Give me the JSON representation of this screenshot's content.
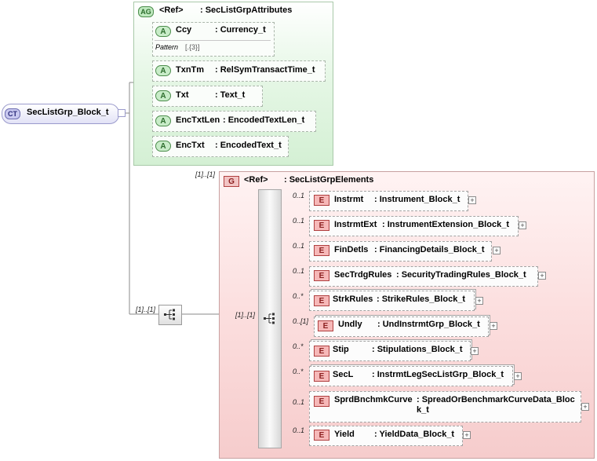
{
  "complex_type": {
    "tag": "CT",
    "name": "SecListGrp_Block_t"
  },
  "attribute_group": {
    "tag": "AG",
    "ref": "<Ref>",
    "name": ": SecListGrpAttributes",
    "attributes": [
      {
        "tag": "A",
        "name": "Ccy",
        "type": ": Currency_t",
        "facet_label": "Pattern",
        "facet_value": "[.{3}]"
      },
      {
        "tag": "A",
        "name": "TxnTm",
        "type": ": RelSymTransactTime_t"
      },
      {
        "tag": "A",
        "name": "Txt",
        "type": ": Text_t"
      },
      {
        "tag": "A",
        "name": "EncTxtLen",
        "type": ": EncodedTextLen_t"
      },
      {
        "tag": "A",
        "name": "EncTxt",
        "type": ": EncodedText_t"
      }
    ]
  },
  "sequence_occurrence": "[1]..[1]",
  "group_occurrence": "[1]..[1]",
  "inner_sequence_occurrence": "[1]..[1]",
  "group": {
    "tag": "G",
    "ref": "<Ref>",
    "name": ": SecListGrpElements",
    "elements": [
      {
        "tag": "E",
        "occ": "0..1",
        "name": "Instrmt",
        "type": ": Instrument_Block_t"
      },
      {
        "tag": "E",
        "occ": "0..1",
        "name": "InstrmtExt",
        "type": ": InstrumentExtension_Block_t"
      },
      {
        "tag": "E",
        "occ": "0..1",
        "name": "FinDetls",
        "type": ": FinancingDetails_Block_t"
      },
      {
        "tag": "E",
        "occ": "0..1",
        "name": "SecTrdgRules",
        "type": ": SecurityTradingRules_Block_t"
      },
      {
        "tag": "E",
        "occ": "0..*",
        "name": "StrkRules",
        "type": ": StrikeRules_Block_t"
      },
      {
        "tag": "E",
        "occ": "0..[1]",
        "name": "Undly",
        "type": ": UndInstrmtGrp_Block_t"
      },
      {
        "tag": "E",
        "occ": "0..*",
        "name": "Stip",
        "type": ": Stipulations_Block_t"
      },
      {
        "tag": "E",
        "occ": "0..*",
        "name": "SecL",
        "type": ": InstrmtLegSecListGrp_Block_t"
      },
      {
        "tag": "E",
        "occ": "0..1",
        "name": "SprdBnchmkCurve",
        "type": ": SpreadOrBenchmarkCurveData_Block_t"
      },
      {
        "tag": "E",
        "occ": "0..1",
        "name": "Yield",
        "type": ": YieldData_Block_t"
      }
    ]
  },
  "icons": {
    "expand": "plus-icon",
    "sequence": "sequence-icon"
  },
  "colors": {
    "attribute_group_bg": "#d4f0d4",
    "group_bg": "#f6cccc",
    "complex_type_bg": "#e2e2f6"
  }
}
